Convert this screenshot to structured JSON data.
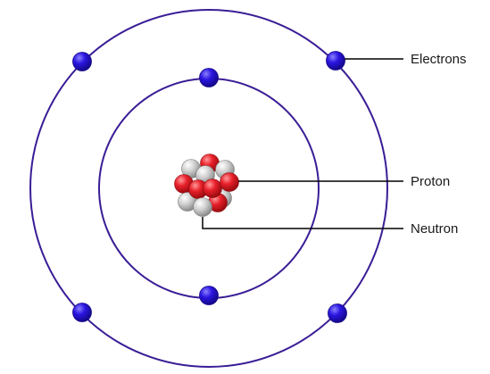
{
  "labels": {
    "electrons": "Electrons",
    "proton": "Proton",
    "neutron": "Neutron"
  },
  "colors": {
    "orbit": "#3a1d96",
    "electron": "#2a15e0",
    "proton": "#e8202a",
    "neutron": "#c9c9c9",
    "leader": "#000000"
  },
  "atom": {
    "shells": [
      {
        "electron_count": 2
      },
      {
        "electron_count": 4
      }
    ],
    "protons": 6,
    "neutrons": 6
  }
}
